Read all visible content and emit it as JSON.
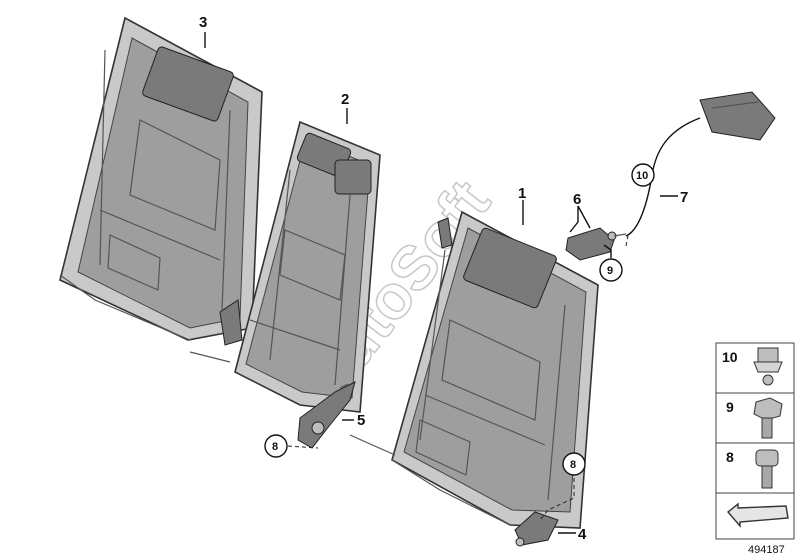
{
  "labels": {
    "l1": "1",
    "l2": "2",
    "l3": "3",
    "l4": "4",
    "l5": "5",
    "l6": "6",
    "l7": "7",
    "l8a": "8",
    "l8b": "8",
    "l9": "9",
    "l10": "10"
  },
  "legend": {
    "item10": "10",
    "item9": "9",
    "item8": "8"
  },
  "diagram_id": "494187",
  "watermark": "AutoSoft"
}
